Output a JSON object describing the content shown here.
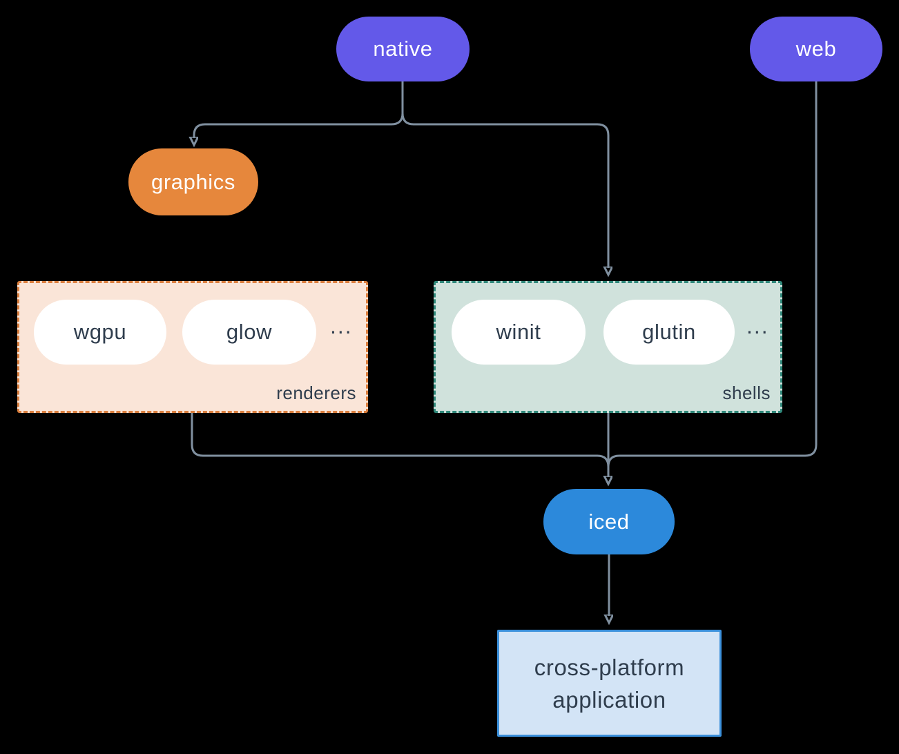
{
  "diagram": {
    "nodes": {
      "native": {
        "label": "native"
      },
      "web": {
        "label": "web"
      },
      "graphics": {
        "label": "graphics"
      },
      "iced": {
        "label": "iced"
      },
      "application": {
        "label_line1": "cross-platform",
        "label_line2": "application"
      }
    },
    "groups": {
      "renderers": {
        "label": "renderers",
        "items": [
          "wgpu",
          "glow"
        ],
        "ellipsis": "..."
      },
      "shells": {
        "label": "shells",
        "items": [
          "winit",
          "glutin"
        ],
        "ellipsis": "..."
      }
    },
    "colors": {
      "background": "#000000",
      "purple": "#6359E9",
      "orange": "#E6873C",
      "blue": "#2C89DB",
      "renderers_bg": "#FAE5D8",
      "renderers_border": "#DB7F3E",
      "shells_bg": "#D0E2DC",
      "shells_border": "#2F887A",
      "app_bg": "#D3E4F6",
      "app_border": "#3B90DB",
      "connector": "#8090A0",
      "dark_text": "#2F3D4D",
      "light_text": "#FFFFFF"
    }
  }
}
